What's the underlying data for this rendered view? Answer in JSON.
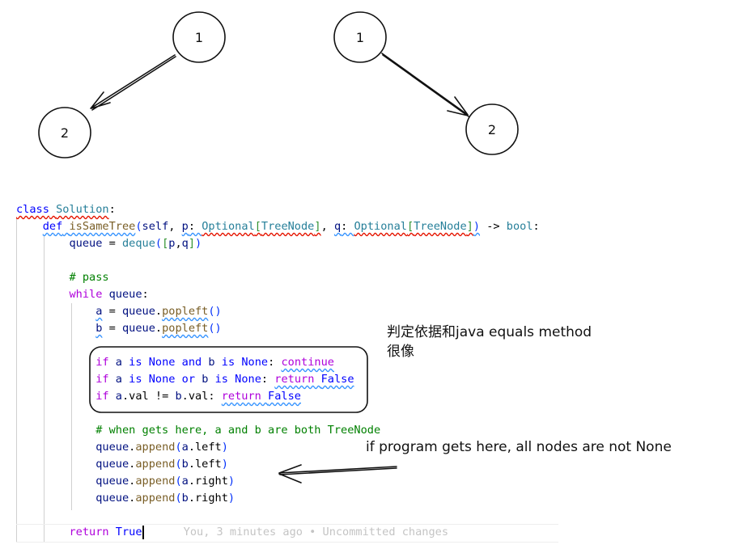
{
  "diagram": {
    "left_tree": {
      "root": "1",
      "child": "2",
      "child_side": "left"
    },
    "right_tree": {
      "root": "1",
      "child": "2",
      "child_side": "right"
    }
  },
  "annotations": {
    "equals_note_line1": "判定依据和java equals method",
    "equals_note_line2": "很像",
    "not_none_note": "if program gets here, all nodes are not None"
  },
  "editor": {
    "blame": "You, 3 minutes ago • Uncommitted changes",
    "lines": [
      {
        "indent": 0,
        "segs": [
          [
            "class",
            "kw",
            "sq-red"
          ],
          [
            " ",
            "op",
            "sq-red"
          ],
          [
            "Solution",
            "cls",
            "sq-red"
          ],
          [
            ":",
            "op",
            ""
          ]
        ]
      },
      {
        "indent": 4,
        "segs": [
          [
            "def",
            "kw",
            "sq-blue"
          ],
          [
            " ",
            "op",
            "sq-blue"
          ],
          [
            "isSameTree",
            "fn",
            "sq-blue"
          ],
          [
            "(",
            "br",
            ""
          ],
          [
            "self",
            "var",
            ""
          ],
          [
            ", ",
            "op",
            ""
          ],
          [
            "p",
            "var",
            "sq-blue"
          ],
          [
            ": ",
            "op",
            "sq-blue"
          ],
          [
            "Optional",
            "cls",
            "sq-red"
          ],
          [
            "[",
            "br2",
            "sq-red"
          ],
          [
            "TreeNode",
            "cls",
            "sq-red"
          ],
          [
            "]",
            "br2",
            "sq-red"
          ],
          [
            ", ",
            "op",
            ""
          ],
          [
            "q",
            "var",
            "sq-blue"
          ],
          [
            ": ",
            "op",
            "sq-blue"
          ],
          [
            "Optional",
            "cls",
            "sq-red"
          ],
          [
            "[",
            "br2",
            "sq-red"
          ],
          [
            "TreeNode",
            "cls",
            "sq-red"
          ],
          [
            "]",
            "br2",
            "sq-red"
          ],
          [
            ")",
            "br",
            "sq-blue"
          ],
          [
            " -> ",
            "op",
            ""
          ],
          [
            "bool",
            "cls",
            ""
          ],
          [
            ":",
            "op",
            ""
          ]
        ]
      },
      {
        "indent": 8,
        "segs": [
          [
            "queue",
            "var",
            ""
          ],
          [
            " = ",
            "op",
            ""
          ],
          [
            "deque",
            "cls",
            ""
          ],
          [
            "(",
            "br",
            ""
          ],
          [
            "[",
            "br2",
            ""
          ],
          [
            "p",
            "var",
            ""
          ],
          [
            ",",
            "op",
            ""
          ],
          [
            "q",
            "var",
            ""
          ],
          [
            "]",
            "br2",
            ""
          ],
          [
            ")",
            "br",
            ""
          ]
        ]
      },
      {
        "indent": 0,
        "segs": []
      },
      {
        "indent": 8,
        "segs": [
          [
            "# pass",
            "cm",
            ""
          ]
        ]
      },
      {
        "indent": 8,
        "segs": [
          [
            "while",
            "ctl",
            ""
          ],
          [
            " ",
            "op",
            ""
          ],
          [
            "queue",
            "var",
            ""
          ],
          [
            ":",
            "op",
            ""
          ]
        ]
      },
      {
        "indent": 12,
        "segs": [
          [
            "a",
            "var",
            "sq-blue"
          ],
          [
            " = ",
            "op",
            ""
          ],
          [
            "queue",
            "var",
            ""
          ],
          [
            ".",
            "op",
            ""
          ],
          [
            "popleft",
            "fn",
            "sq-blue"
          ],
          [
            "()",
            "br",
            ""
          ]
        ]
      },
      {
        "indent": 12,
        "segs": [
          [
            "b",
            "var",
            "sq-blue"
          ],
          [
            " = ",
            "op",
            ""
          ],
          [
            "queue",
            "var",
            ""
          ],
          [
            ".",
            "op",
            ""
          ],
          [
            "popleft",
            "fn",
            "sq-blue"
          ],
          [
            "()",
            "br",
            ""
          ]
        ]
      },
      {
        "indent": 0,
        "segs": []
      },
      {
        "indent": 12,
        "segs": [
          [
            "if",
            "ctl",
            ""
          ],
          [
            " ",
            "op",
            ""
          ],
          [
            "a",
            "var",
            ""
          ],
          [
            " ",
            "op",
            ""
          ],
          [
            "is",
            "kw",
            ""
          ],
          [
            " ",
            "op",
            ""
          ],
          [
            "None",
            "kw",
            ""
          ],
          [
            " ",
            "op",
            ""
          ],
          [
            "and",
            "kw",
            ""
          ],
          [
            " ",
            "op",
            ""
          ],
          [
            "b",
            "var",
            ""
          ],
          [
            " ",
            "op",
            ""
          ],
          [
            "is",
            "kw",
            ""
          ],
          [
            " ",
            "op",
            ""
          ],
          [
            "None",
            "kw",
            ""
          ],
          [
            ": ",
            "op",
            ""
          ],
          [
            "continue",
            "ctl",
            "sq-blue"
          ]
        ]
      },
      {
        "indent": 12,
        "segs": [
          [
            "if",
            "ctl",
            ""
          ],
          [
            " ",
            "op",
            ""
          ],
          [
            "a",
            "var",
            ""
          ],
          [
            " ",
            "op",
            ""
          ],
          [
            "is",
            "kw",
            ""
          ],
          [
            " ",
            "op",
            ""
          ],
          [
            "None",
            "kw",
            ""
          ],
          [
            " ",
            "op",
            ""
          ],
          [
            "or",
            "kw",
            ""
          ],
          [
            " ",
            "op",
            ""
          ],
          [
            "b",
            "var",
            ""
          ],
          [
            " ",
            "op",
            ""
          ],
          [
            "is",
            "kw",
            ""
          ],
          [
            " ",
            "op",
            ""
          ],
          [
            "None",
            "kw",
            ""
          ],
          [
            ": ",
            "op",
            ""
          ],
          [
            "return",
            "ctl",
            "sq-blue"
          ],
          [
            " ",
            "op",
            "sq-blue"
          ],
          [
            "False",
            "kw",
            "sq-blue"
          ]
        ]
      },
      {
        "indent": 12,
        "segs": [
          [
            "if",
            "ctl",
            ""
          ],
          [
            " ",
            "op",
            ""
          ],
          [
            "a",
            "var",
            ""
          ],
          [
            ".val != ",
            "op",
            ""
          ],
          [
            "b",
            "var",
            ""
          ],
          [
            ".val: ",
            "op",
            ""
          ],
          [
            "return",
            "ctl",
            "sq-blue"
          ],
          [
            " ",
            "op",
            "sq-blue"
          ],
          [
            "False",
            "kw",
            "sq-blue"
          ]
        ]
      },
      {
        "indent": 0,
        "segs": []
      },
      {
        "indent": 12,
        "segs": [
          [
            "# when gets here, a and b are both TreeNode",
            "cm",
            ""
          ]
        ]
      },
      {
        "indent": 12,
        "segs": [
          [
            "queue",
            "var",
            ""
          ],
          [
            ".",
            "op",
            ""
          ],
          [
            "append",
            "fn",
            ""
          ],
          [
            "(",
            "br",
            ""
          ],
          [
            "a",
            "var",
            ""
          ],
          [
            ".left",
            "op",
            ""
          ],
          [
            ")",
            "br",
            ""
          ]
        ]
      },
      {
        "indent": 12,
        "segs": [
          [
            "queue",
            "var",
            ""
          ],
          [
            ".",
            "op",
            ""
          ],
          [
            "append",
            "fn",
            ""
          ],
          [
            "(",
            "br",
            ""
          ],
          [
            "b",
            "var",
            ""
          ],
          [
            ".left",
            "op",
            ""
          ],
          [
            ")",
            "br",
            ""
          ]
        ]
      },
      {
        "indent": 12,
        "segs": [
          [
            "queue",
            "var",
            ""
          ],
          [
            ".",
            "op",
            ""
          ],
          [
            "append",
            "fn",
            ""
          ],
          [
            "(",
            "br",
            ""
          ],
          [
            "a",
            "var",
            ""
          ],
          [
            ".right",
            "op",
            ""
          ],
          [
            ")",
            "br",
            ""
          ]
        ]
      },
      {
        "indent": 12,
        "segs": [
          [
            "queue",
            "var",
            ""
          ],
          [
            ".",
            "op",
            ""
          ],
          [
            "append",
            "fn",
            ""
          ],
          [
            "(",
            "br",
            ""
          ],
          [
            "b",
            "var",
            ""
          ],
          [
            ".right",
            "op",
            ""
          ],
          [
            ")",
            "br",
            ""
          ]
        ]
      },
      {
        "indent": 0,
        "segs": []
      },
      {
        "indent": 8,
        "segs": [
          [
            "return",
            "ctl",
            ""
          ],
          [
            " ",
            "op",
            ""
          ],
          [
            "True",
            "kw",
            ""
          ]
        ],
        "cursor": true
      }
    ]
  }
}
